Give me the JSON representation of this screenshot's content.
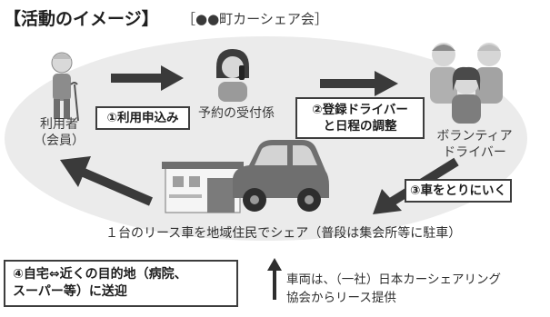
{
  "header": {
    "title": "【活動のイメージ】",
    "subtitle": "［●●町カーシェア会］"
  },
  "nodes": {
    "user_label_line1": "利用者",
    "user_label_line2": "（会員）",
    "reception_label": "予約の受付係",
    "volunteer_label_line1": "ボランティア",
    "volunteer_label_line2": "ドライバー"
  },
  "steps": {
    "step1": "①利用申込み",
    "step2_line1": "②登録ドライバー",
    "step2_line2": "と日程の調整",
    "step3": "③車をとりにいく",
    "step4_line1": "④自宅⇔近くの目的地（病院、",
    "step4_line2": "スーパー等）に送迎"
  },
  "caption": "１台のリース車を地域住民でシェア（普段は集会所等に駐車）",
  "note": {
    "line1": "車両は、（一社）日本カーシェアリング",
    "line2": "協会からリース提供"
  },
  "colors": {
    "ellipse": "#ebebeb",
    "arrow": "#3a3a3a",
    "box_border": "#3d3d3d"
  }
}
